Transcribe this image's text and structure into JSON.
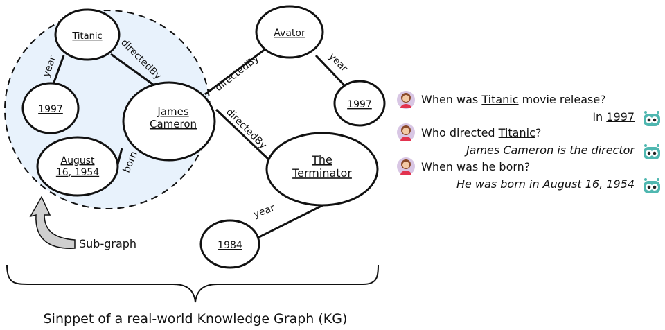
{
  "graph": {
    "nodes": {
      "titanic": "Titanic",
      "y1997a": "1997",
      "august": "August\n16, 1954",
      "cameron": "James\nCameron",
      "avator": "Avator",
      "y1997b": "1997",
      "terminator": "The\nTerminator",
      "y1984": "1984"
    },
    "edges": {
      "titanic_year": "year",
      "titanic_directedBy": "directedBy",
      "cameron_born": "born",
      "avator_directedBy": "directedBy",
      "avator_year": "year",
      "terminator_directedBy": "directedBy",
      "terminator_year": "year"
    },
    "subgraph_label": "Sub-graph",
    "caption": "Sinppet of a real-world Knowledge Graph (KG)"
  },
  "colors": {
    "subgraph_fill": "#e8f2fc",
    "stroke": "#111111",
    "bot_teal": "#4fb7b0",
    "avatar_bg": "#d8c6e4",
    "avatar_shirt": "#e2334f"
  },
  "chat": [
    {
      "role": "user",
      "pre": "When was ",
      "em": "Titanic",
      "post": " movie release?"
    },
    {
      "role": "bot",
      "pre": "In ",
      "em": "1997",
      "post": ""
    },
    {
      "role": "user",
      "pre": "Who directed ",
      "em": "Titanic",
      "post": "?"
    },
    {
      "role": "bot",
      "pre": "",
      "em": "James Cameron",
      "post": " is the director"
    },
    {
      "role": "user",
      "pre": "When was he born?",
      "em": "",
      "post": ""
    },
    {
      "role": "bot",
      "pre": "He was born in ",
      "em": "August 16, 1954",
      "post": ""
    }
  ],
  "icons": {
    "user": "woman-avatar-icon",
    "bot": "robot-icon",
    "arrow": "curved-arrow-icon"
  }
}
